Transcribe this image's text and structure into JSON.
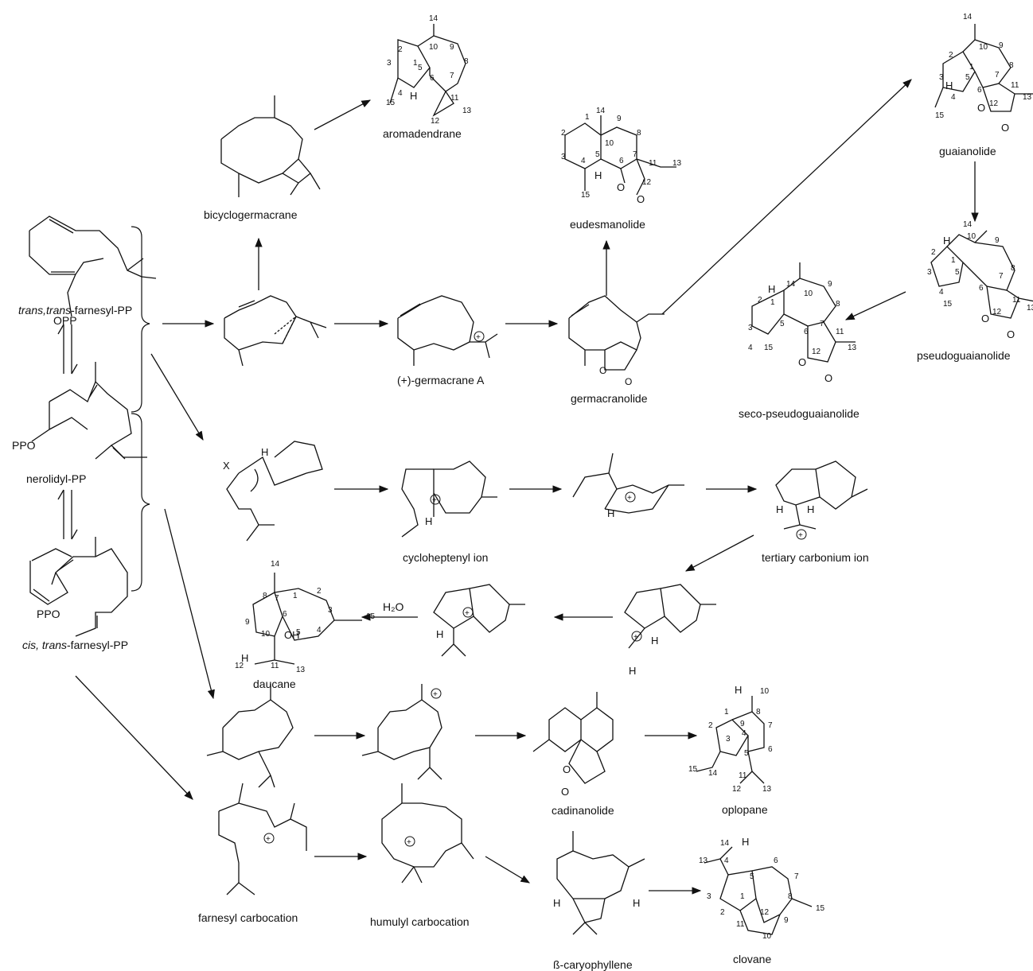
{
  "compounds": {
    "trans_trans_fpp": {
      "prefix_italic": "trans,trans",
      "suffix": "-farnesyl-PP"
    },
    "nerolidyl_pp": "nerolidyl-PP",
    "cis_trans_fpp": {
      "prefix_italic": "cis, trans",
      "suffix": "-farnesyl-PP"
    },
    "bicyclogermacrane": "bicyclogermacrane",
    "aromadendrane": "aromadendrane",
    "germacrane_a": "(+)-germacrane A",
    "eudesmanolide": "eudesmanolide",
    "germacranolide": "germacranolide",
    "guaianolide": "guaianolide",
    "pseudoguaianolide": "pseudoguaianolide",
    "seco_pseudoguaianolide": "seco-pseudoguaianolide",
    "cycloheptenyl_ion": "cycloheptenyl ion",
    "tertiary_carbonium_ion": "tertiary carbonium ion",
    "daucane": "daucane",
    "cadinanolide": "cadinanolide",
    "oplopane": "oplopane",
    "farnesyl_carbocation": "farnesyl carbocation",
    "humulyl_carbocation": "humulyl carbocation",
    "b_caryophyllene": "ß-caryophyllene",
    "clovane": "clovane"
  },
  "reagents": {
    "water": "H₂O"
  },
  "groups": {
    "opp": "OPP",
    "ppo": "PPO",
    "oh": "OH",
    "x": "X"
  },
  "atoms": {
    "h": "H",
    "o": "O",
    "plus": "+"
  }
}
